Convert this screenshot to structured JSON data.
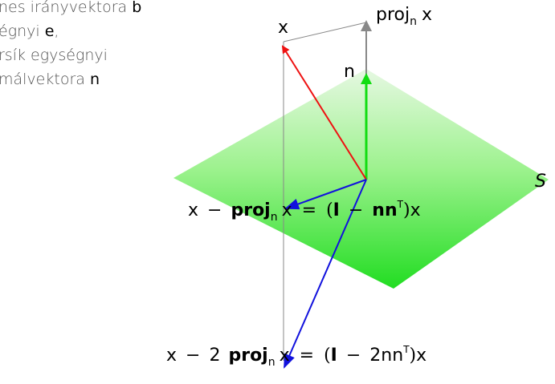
{
  "description_lines": [
    {
      "pre": "nes irányvektora ",
      "var": "b"
    },
    {
      "pre": "égnyi ",
      "var": "e",
      "post": ","
    },
    {
      "pre": "rsík egységnyi",
      "var": "",
      "post": ""
    },
    {
      "pre": "málvektora ",
      "var": "n"
    }
  ],
  "labels": {
    "x": "x",
    "n": "n",
    "S": "S",
    "proj": "proj",
    "proj_sub": "n",
    "proj_var": "x"
  },
  "formula_reject": {
    "lhs_x": "x",
    "minus": "−",
    "proj": "proj",
    "proj_sub": "n",
    "proj_var": "x",
    "eq": "=",
    "open": "(",
    "I": "I",
    "minus2": "−",
    "nn": "nn",
    "T": "T",
    "close": ")",
    "rhs_x": "x"
  },
  "formula_reflect": {
    "lhs_x": "x",
    "minus": "−",
    "two": "2",
    "proj": "proj",
    "proj_sub": "n",
    "proj_var": "x",
    "eq": "=",
    "open": "(",
    "I": "I",
    "minus2": "−",
    "two_nn": "2nn",
    "T": "T",
    "close": ")",
    "rhs_x": "x"
  },
  "colors": {
    "plane_top": "#d6f5d1",
    "plane_bottom": "#22dd22",
    "x_vector": "#ee1111",
    "n_vector": "#11dd11",
    "proj_vector": "#888888",
    "reject_vector": "#1111dd",
    "reflect_vector": "#1111dd",
    "guide_lines": "#888888"
  }
}
